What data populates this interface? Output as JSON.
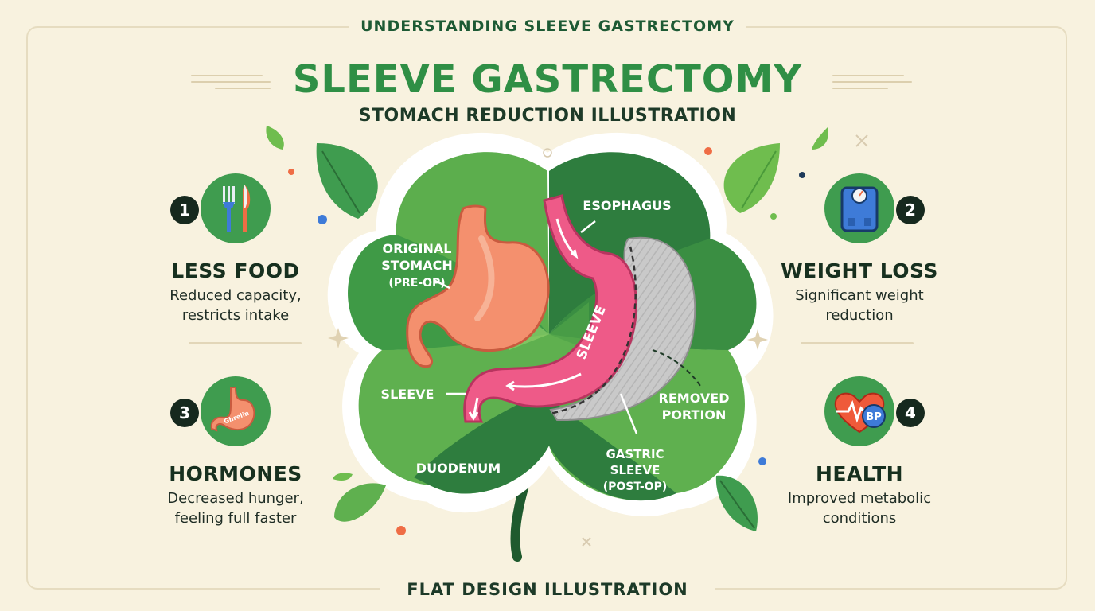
{
  "header": {
    "banner": "UNDERSTANDING SLEEVE GASTRECTOMY",
    "title": "SLEEVE GASTRECTOMY",
    "subtitle": "STOMACH REDUCTION ILLUSTRATION"
  },
  "footer": {
    "banner": "FLAT DESIGN ILLUSTRATION"
  },
  "diagram_labels": {
    "original_stomach": [
      "ORIGINAL",
      "STOMACH",
      "(PRE-OP)"
    ],
    "esophagus": "ESOPHAGUS",
    "sleeve_inside": "SLEEVE",
    "sleeve_left": "SLEEVE",
    "removed_portion": [
      "REMOVED",
      "PORTION"
    ],
    "duodenum": "DUODENUM",
    "gastric_sleeve": [
      "GASTRIC",
      "SLEEVE",
      "(POST-OP)"
    ]
  },
  "features": [
    {
      "number": "1",
      "title": "LESS FOOD",
      "description": "Reduced capacity,\nrestricts intake",
      "icon": "fork-knife-icon"
    },
    {
      "number": "2",
      "title": "WEIGHT LOSS",
      "description": "Significant weight\nreduction",
      "icon": "scale-icon"
    },
    {
      "number": "3",
      "title": "HORMONES",
      "description": "Decreased hunger,\nfeeling full faster",
      "icon": "stomach-ghrelin-icon",
      "icon_text": "Ghrelin"
    },
    {
      "number": "4",
      "title": "HEALTH",
      "description": "Improved metabolic\nconditions",
      "icon": "heart-bp-icon",
      "icon_text": "BP"
    }
  ],
  "colors": {
    "background": "#f8f2df",
    "clover_dark": "#2e7d3e",
    "clover_light": "#5fb04f",
    "stomach_original": "#f4906e",
    "sleeve_pink": "#ee5a88",
    "removed_gray": "#c9c9c9",
    "title_green": "#2f8f45"
  }
}
